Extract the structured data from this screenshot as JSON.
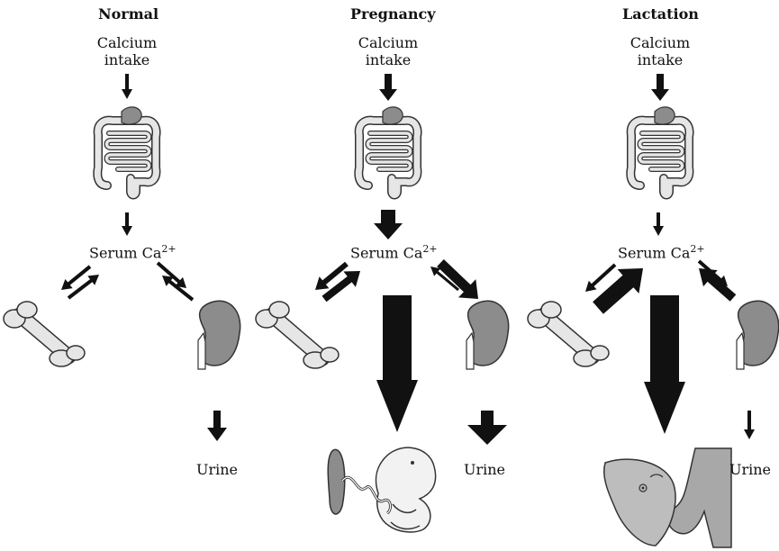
{
  "columns": [
    {
      "id": "normal",
      "title": "Normal",
      "intake_line1": "Calcium",
      "intake_line2": "intake",
      "serum_label": "Serum Ca",
      "serum_superscript": "2+",
      "output_label": "Urine"
    },
    {
      "id": "pregnancy",
      "title": "Pregnancy",
      "intake_line1": "Calcium",
      "intake_line2": "intake",
      "serum_label": "Serum Ca",
      "serum_superscript": "2+",
      "output_label": "Urine"
    },
    {
      "id": "lactation",
      "title": "Lactation",
      "intake_line1": "Calcium",
      "intake_line2": "intake",
      "serum_label": "Serum Ca",
      "serum_superscript": "2+",
      "output_label": "Urine"
    }
  ],
  "icons": {
    "intestine": "intestine-icon",
    "bone": "bone-icon",
    "kidney": "kidney-icon",
    "fetus": "fetus-icon",
    "breastfeeding": "breastfeeding-infant-icon"
  },
  "colors": {
    "arrow": "#111111",
    "organ_fill": "#e6e6e6",
    "organ_dark": "#8c8c8c",
    "outline": "#333333"
  }
}
